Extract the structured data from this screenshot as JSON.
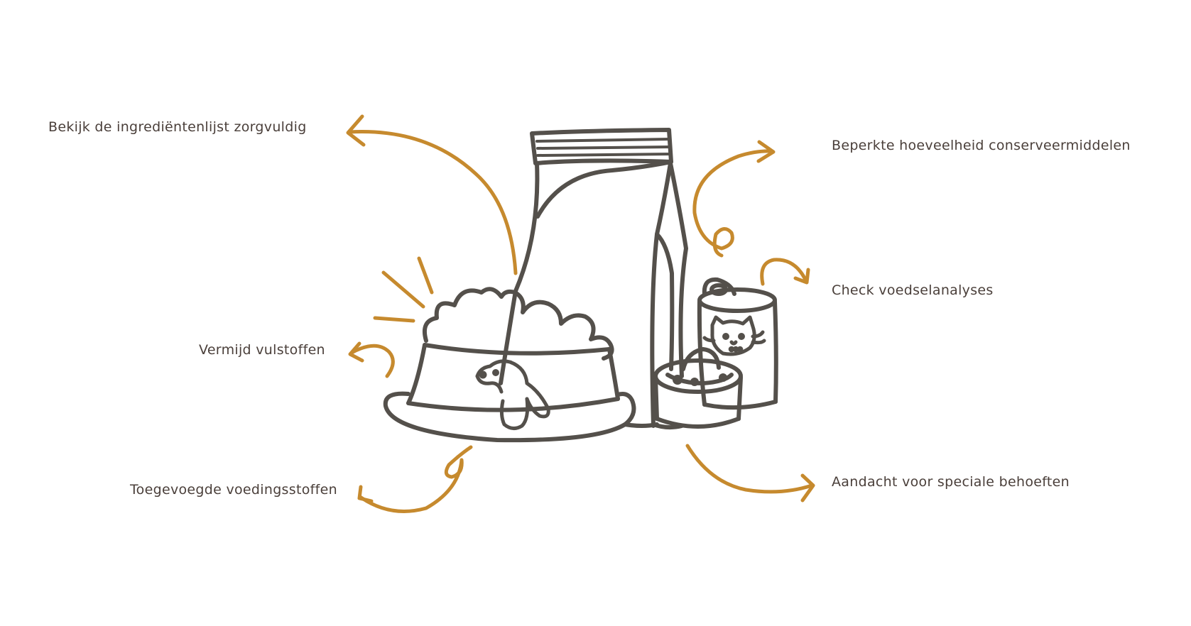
{
  "colors": {
    "outline": "#54504b",
    "accent": "#c68a2e",
    "text": "#4a3f3a",
    "background": "#ffffff"
  },
  "tips": [
    {
      "id": "ingredients",
      "label": "Bekijk de ingrediëntenlijst zorgvuldig"
    },
    {
      "id": "preservatives",
      "label": "Beperkte hoeveelheid conserveermiddelen"
    },
    {
      "id": "analyses",
      "label": "Check voedselanalyses"
    },
    {
      "id": "fillers",
      "label": "Vermijd vulstoffen"
    },
    {
      "id": "nutrients",
      "label": "Toegevoegde voedingsstoffen"
    },
    {
      "id": "special-needs",
      "label": "Aandacht voor speciale behoeften"
    }
  ],
  "illustration": {
    "items": [
      "food-bag-icon",
      "dog-food-bowl-icon",
      "cat-food-can-icon",
      "open-food-tin-icon",
      "dog-face-icon",
      "cat-face-icon"
    ]
  }
}
